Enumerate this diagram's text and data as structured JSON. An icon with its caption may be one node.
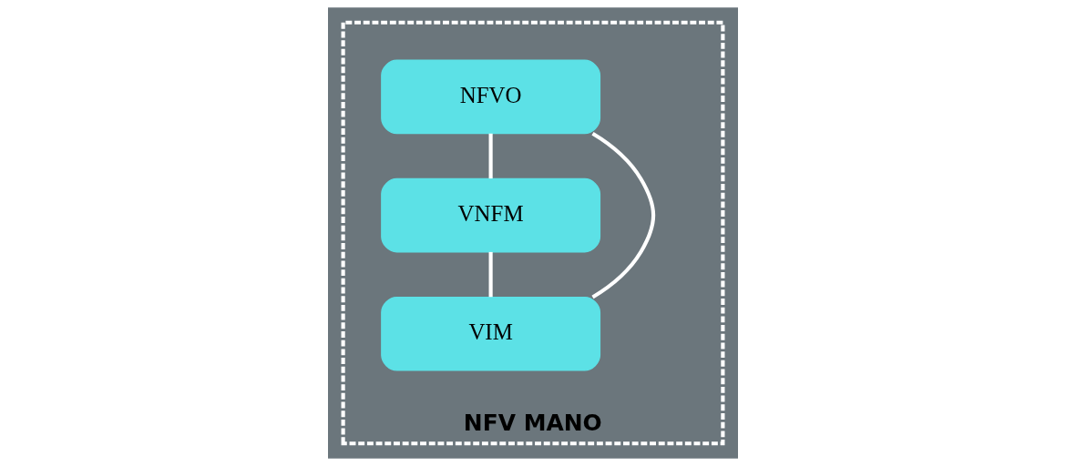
{
  "diagram": {
    "nodes": [
      {
        "text": [
          "NFV MANO"
        ]
      },
      {
        "text": [
          "NFVO"
        ],
        "in": 0
      },
      {
        "text": [
          "VNFM"
        ],
        "in": 0
      },
      {
        "text": [
          "VIM"
        ],
        "in": 0
      }
    ],
    "edges": [
      {
        "from": 1,
        "to": 2,
        "arrow": "none"
      },
      {
        "from": 2,
        "to": 3,
        "arrow": "none"
      },
      {
        "from": 1,
        "to": 3,
        "arrow": "none"
      }
    ]
  }
}
